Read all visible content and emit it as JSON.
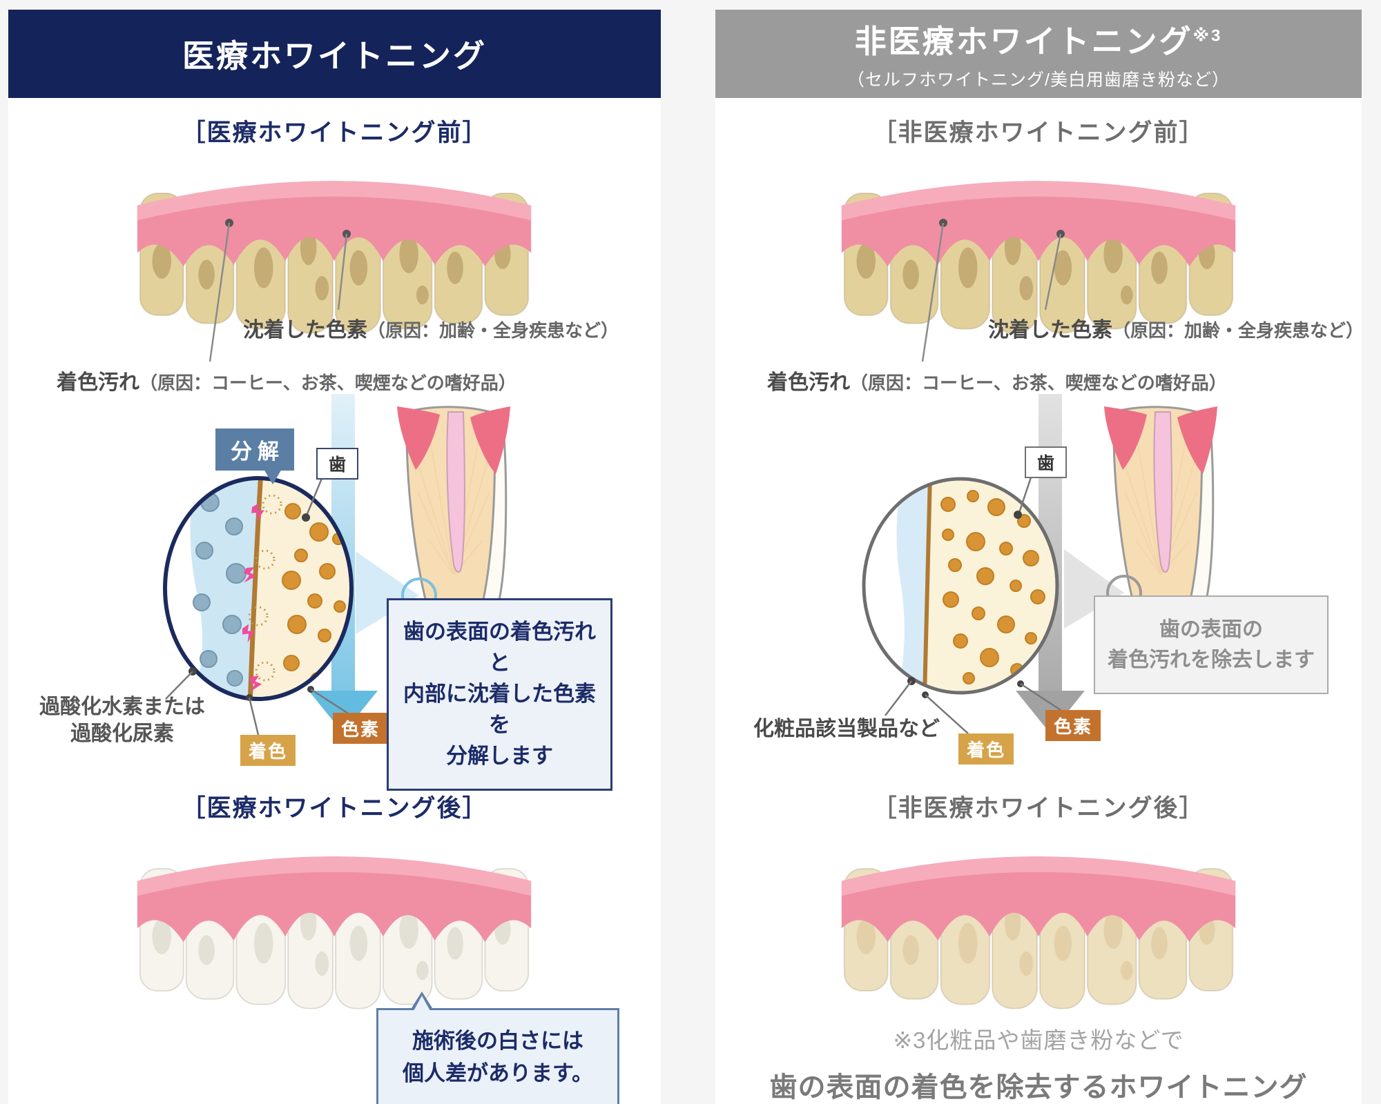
{
  "colors": {
    "navy": "#14235A",
    "gray_header": "#9B9B9B",
    "page_bg": "#F5F5F5",
    "title_navy": "#1C2B68",
    "title_gray": "#6E6E6E",
    "label_dark": "#4A4A4A",
    "label_cause": "#666666",
    "chip_stain_bg": "#D7A349",
    "chip_pigment_bg": "#C3722E",
    "badge_bg": "#5B7EA5",
    "arrow_blue": "#64BBE0",
    "arrow_gray": "#A2A2A2",
    "box_blue_bg": "#EDF2F9",
    "box_blue_border": "#2A3C77",
    "box_gray_bg": "#F2F2F2",
    "box_gray_border": "#AAAAAA",
    "box_gray_text": "#8E8E8E",
    "footnote_light": "#A3A3A3",
    "footnote_dark": "#7A7A7A"
  },
  "left": {
    "header_title": "医療ホワイトニング",
    "before_title": "［医療ホワイトニング前］",
    "after_title": "［医療ホワイトニング後］",
    "pigment_label": "沈着した色素",
    "pigment_cause": "（原因：加齢・全身疾患など）",
    "stain_label": "着色汚れ",
    "stain_cause": "（原因：コーヒー、お茶、喫煙などの嗜好品）",
    "decompose_badge": "分解",
    "tooth_tag": "歯",
    "agent_line1": "過酸化水素または",
    "agent_line2": "過酸化尿素",
    "chip_stain": "着色",
    "chip_pigment": "色素",
    "effect_line1": "歯の表面の着色汚れと",
    "effect_line2": "内部に沈着した色素を",
    "effect_line3": "分解します",
    "bubble_line1": "施術後の白さには",
    "bubble_line2": "個人差があります。"
  },
  "right": {
    "header_title": "非医療ホワイトニング",
    "header_sup": "※3",
    "header_subtitle": "（セルフホワイトニング/美白用歯磨き粉など）",
    "before_title": "［非医療ホワイトニング前］",
    "after_title": "［非医療ホワイトニング後］",
    "pigment_label": "沈着した色素",
    "pigment_cause": "（原因：加齢・全身疾患など）",
    "stain_label": "着色汚れ",
    "stain_cause": "（原因：コーヒー、お茶、喫煙などの嗜好品）",
    "tooth_tag": "歯",
    "agent_label": "化粧品該当製品など",
    "chip_stain": "着色",
    "chip_pigment": "色素",
    "effect_line1": "歯の表面の",
    "effect_line2": "着色汚れを除去します",
    "footnote_line1": "※3化粧品や歯磨き粉などで",
    "footnote_line2": "歯の表面の着色を除去するホワイトニング"
  }
}
